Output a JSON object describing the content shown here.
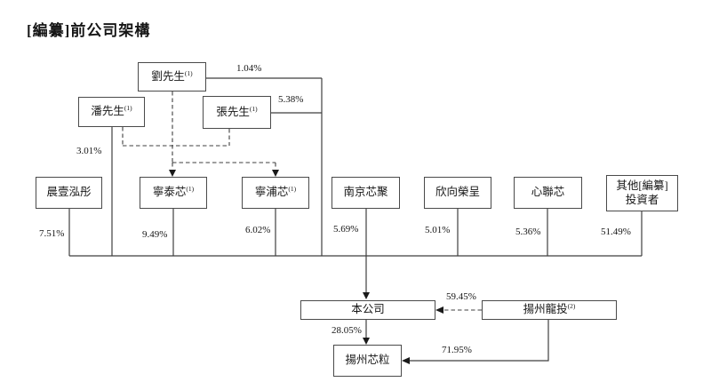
{
  "title": "[編纂]前公司架構",
  "nodes": {
    "liu": {
      "label": "劉先生",
      "sup": "(1)"
    },
    "pan": {
      "label": "潘先生",
      "sup": "(1)"
    },
    "zhang": {
      "label": "張先生",
      "sup": "(1)"
    },
    "chenyi": {
      "label": "晨壹泓彤"
    },
    "ningtai": {
      "label": "寧泰芯",
      "sup": "(1)"
    },
    "ningpu": {
      "label": "寧浦芯",
      "sup": "(1)"
    },
    "nanjing": {
      "label": "南京芯聚"
    },
    "xinxiang": {
      "label": "欣向榮呈"
    },
    "xinlian": {
      "label": "心聯芯"
    },
    "other": {
      "line1": "其他[編纂]",
      "line2": "投資者"
    },
    "company": {
      "label": "本公司"
    },
    "longtou": {
      "label": "揚州龍投",
      "sup": "(2)"
    },
    "xinli": {
      "label": "揚州芯粒"
    }
  },
  "percentages": {
    "liu_to_company": "1.04%",
    "zhang_to_company": "5.38%",
    "pan_to_company": "3.01%",
    "chenyi_to_company": "7.51%",
    "ningtai_to_company": "9.49%",
    "ningpu_to_company": "6.02%",
    "nanjing_to_company": "5.69%",
    "xinxiang_to_company": "5.01%",
    "xinlian_to_company": "5.36%",
    "other_to_company": "51.49%",
    "longtou_to_company": "59.45%",
    "company_to_xinli": "28.05%",
    "longtou_to_xinli": "71.95%"
  },
  "colors": {
    "line": "#3f3f3f",
    "text": "#161616",
    "background": "#ffffff"
  }
}
